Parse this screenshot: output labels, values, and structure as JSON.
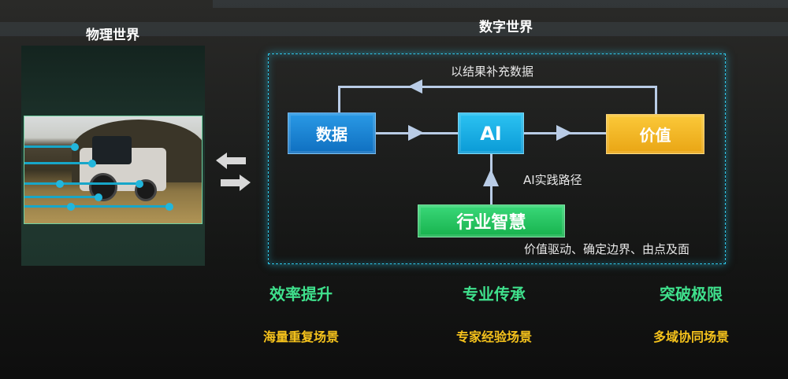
{
  "physical_world": {
    "title": "物理世界"
  },
  "digital_world": {
    "title": "数字世界",
    "nodes": {
      "data": "数据",
      "ai": "AI",
      "value": "价值",
      "industry": "行业智慧"
    },
    "feedback_label": "以结果补充数据",
    "path_label": "AI实践路径",
    "principle_label": "价值驱动、确定边界、由点及面"
  },
  "benefits": [
    {
      "title": "效率提升",
      "scene": "海量重复场景"
    },
    {
      "title": "专业传承",
      "scene": "专家经验场景"
    },
    {
      "title": "突破极限",
      "scene": "多域协同场景"
    }
  ],
  "colors": {
    "data": "#1a86d6",
    "ai": "#14aee6",
    "value": "#f2b21f",
    "industry": "#1fc45c",
    "green_text": "#3fe08c",
    "yellow_text": "#f5c21c",
    "frame": "#2ec7ea"
  }
}
